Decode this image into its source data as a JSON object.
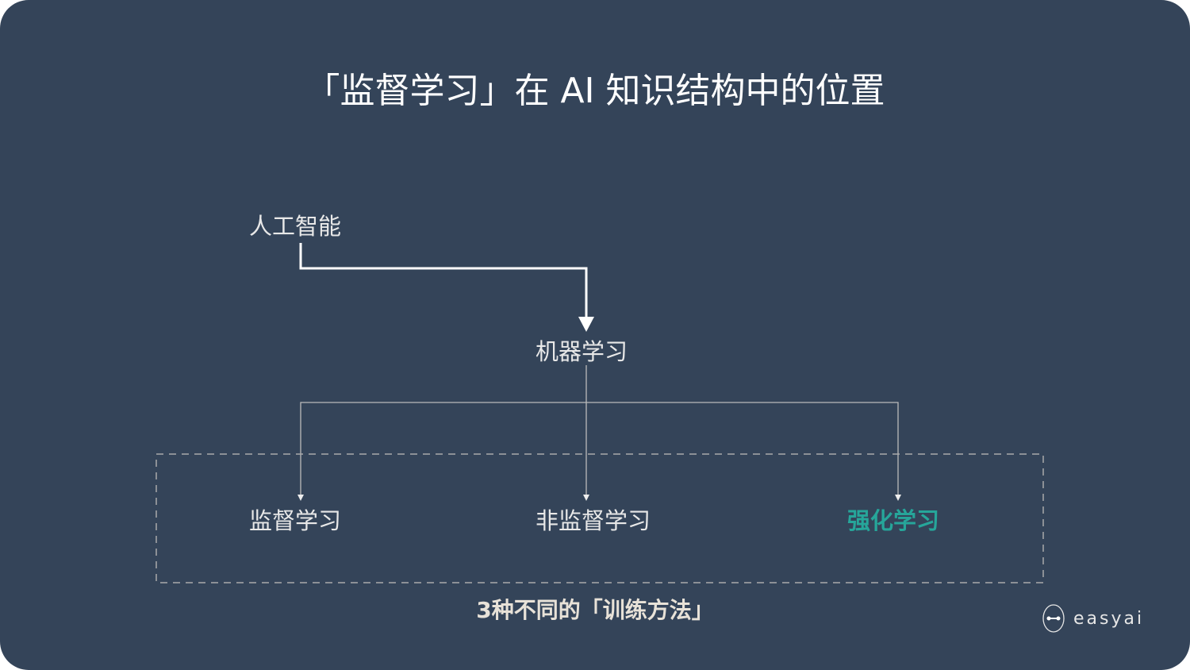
{
  "title": "「监督学习」在 AI 知识结构中的位置",
  "nodes": {
    "ai": "人工智能",
    "ml": "机器学习",
    "supervised": "监督学习",
    "unsupervised": "非监督学习",
    "reinforcement": "强化学习"
  },
  "caption": "3种不同的「训练方法」",
  "logo": {
    "text": "easyai",
    "icon": "easyai-logo-icon"
  },
  "colors": {
    "background": "#344459",
    "highlight": "#26a69a",
    "text": "#e8e8e8"
  }
}
